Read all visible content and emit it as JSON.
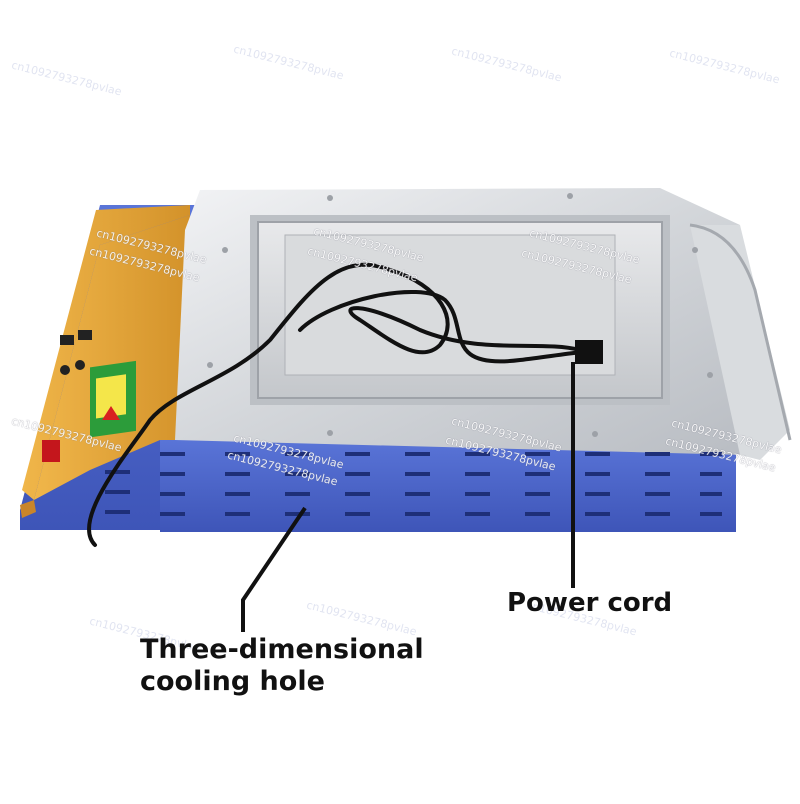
{
  "labels": {
    "power_cord": "Power cord",
    "cooling_hole_line1": "Three-dimensional",
    "cooling_hole_line2": "cooling hole"
  },
  "watermark": "cn1092793278pvlae",
  "colors": {
    "body_blue": "#4a63c8",
    "panel_orange": "#e3a63a",
    "steel": "#cfd3d8",
    "cord": "#111111"
  }
}
